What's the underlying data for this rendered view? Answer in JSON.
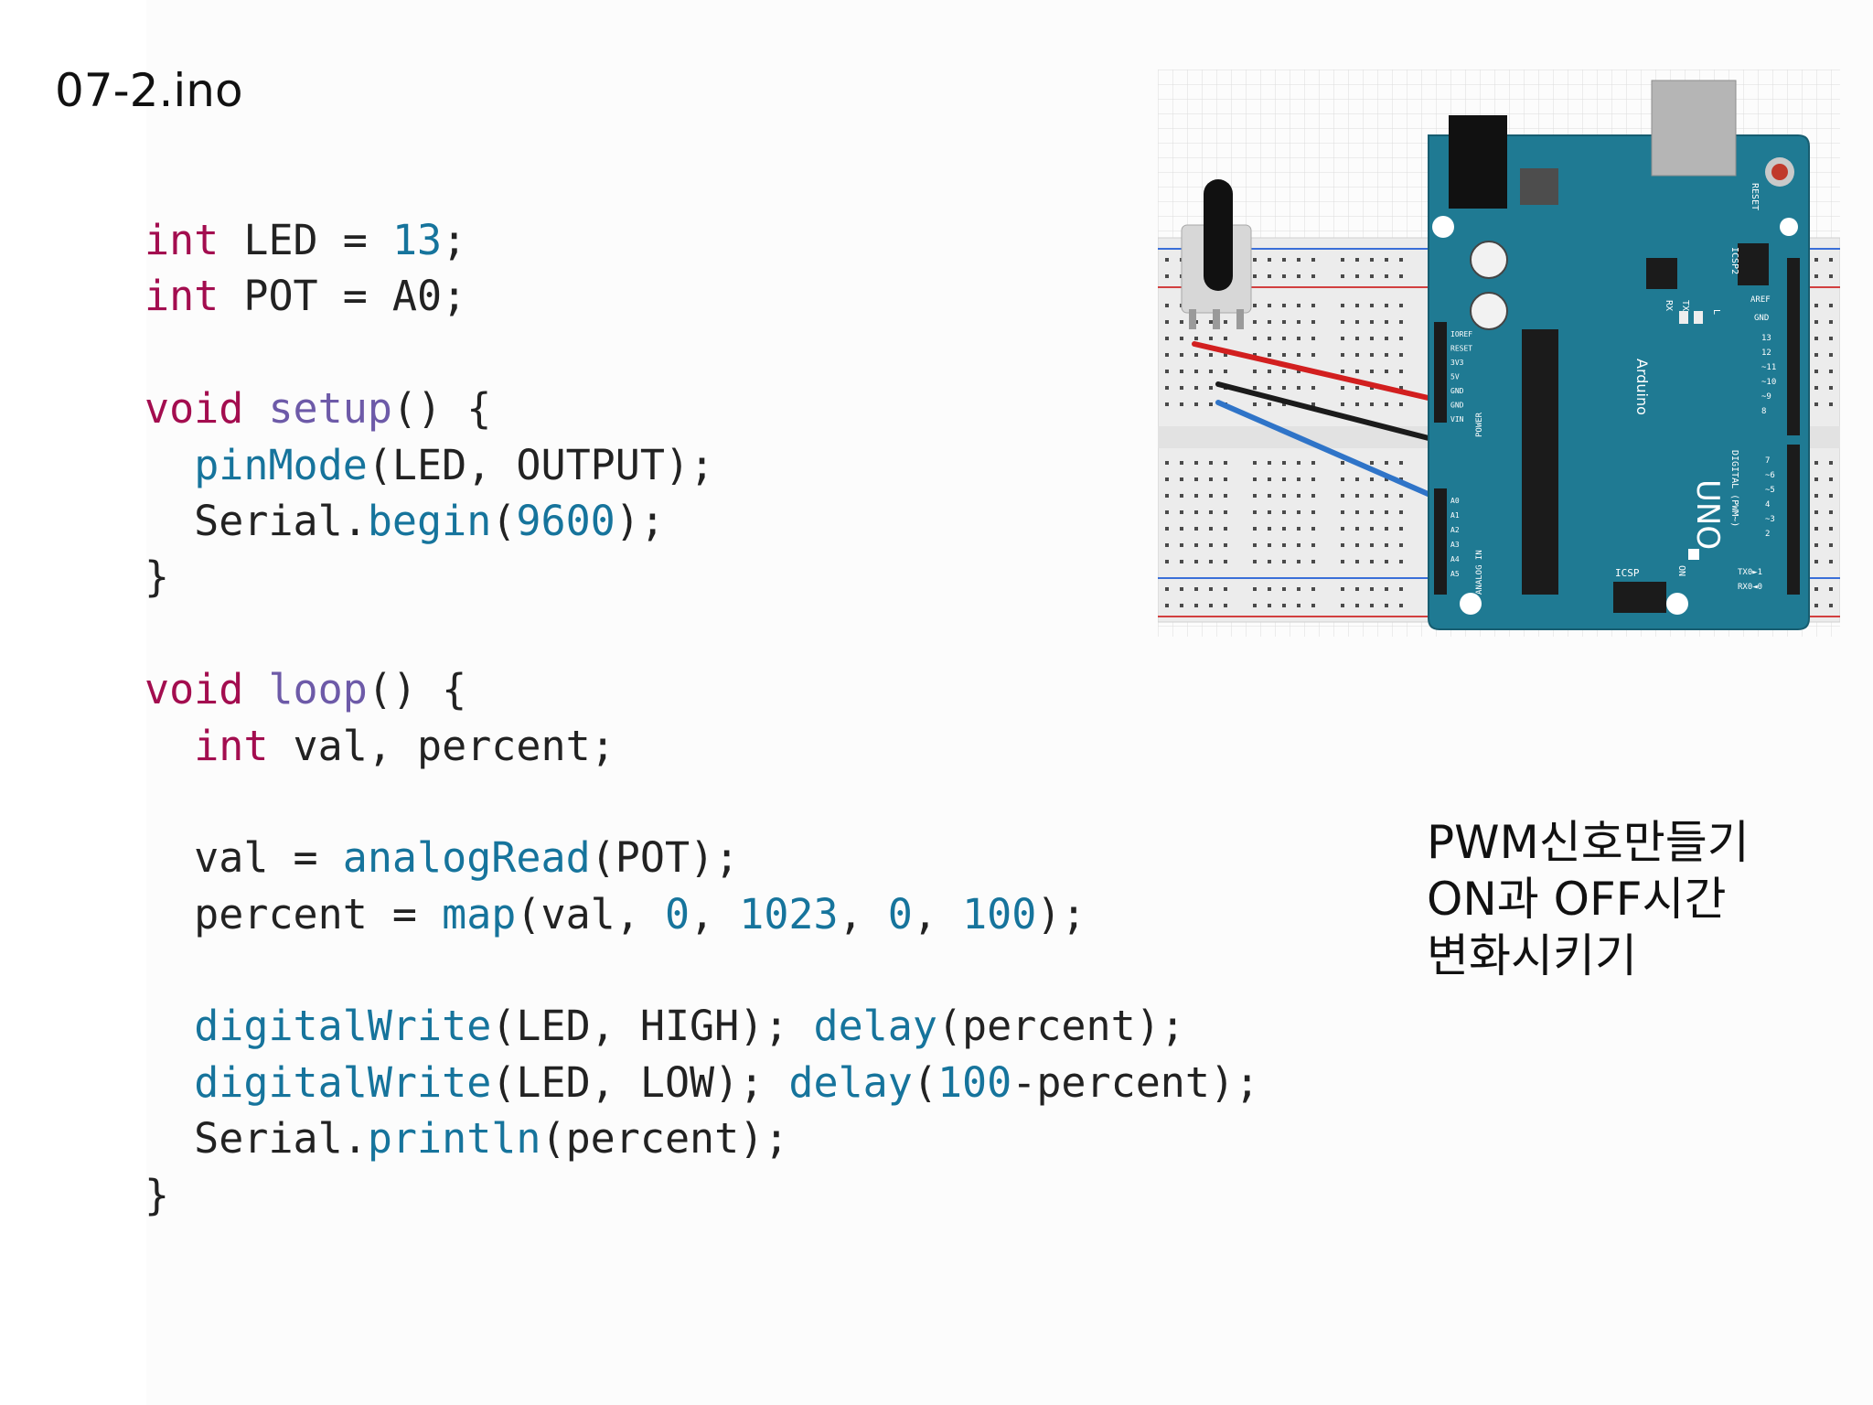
{
  "slide": {
    "title": "07-2.ino"
  },
  "code": {
    "lines": [
      [
        {
          "t": "int",
          "c": "keyword"
        },
        {
          "t": " LED = ",
          "c": "plain"
        },
        {
          "t": "13",
          "c": "number"
        },
        {
          "t": ";",
          "c": "plain"
        }
      ],
      [
        {
          "t": "int",
          "c": "keyword"
        },
        {
          "t": " POT = A0;",
          "c": "plain"
        }
      ],
      [],
      [
        {
          "t": "void",
          "c": "keyword"
        },
        {
          "t": " ",
          "c": "plain"
        },
        {
          "t": "setup",
          "c": "function"
        },
        {
          "t": "() {",
          "c": "plain"
        }
      ],
      [
        {
          "t": "  ",
          "c": "plain"
        },
        {
          "t": "pinMode",
          "c": "builtin"
        },
        {
          "t": "(LED, OUTPUT);",
          "c": "plain"
        }
      ],
      [
        {
          "t": "  Serial.",
          "c": "plain"
        },
        {
          "t": "begin",
          "c": "builtin"
        },
        {
          "t": "(",
          "c": "plain"
        },
        {
          "t": "9600",
          "c": "number"
        },
        {
          "t": ");",
          "c": "plain"
        }
      ],
      [
        {
          "t": "}",
          "c": "plain"
        }
      ],
      [],
      [
        {
          "t": "void",
          "c": "keyword"
        },
        {
          "t": " ",
          "c": "plain"
        },
        {
          "t": "loop",
          "c": "function"
        },
        {
          "t": "() {",
          "c": "plain"
        }
      ],
      [
        {
          "t": "  ",
          "c": "plain"
        },
        {
          "t": "int",
          "c": "keyword"
        },
        {
          "t": " val, percent;",
          "c": "plain"
        }
      ],
      [],
      [
        {
          "t": "  val = ",
          "c": "plain"
        },
        {
          "t": "analogRead",
          "c": "builtin"
        },
        {
          "t": "(POT);",
          "c": "plain"
        }
      ],
      [
        {
          "t": "  percent = ",
          "c": "plain"
        },
        {
          "t": "map",
          "c": "builtin"
        },
        {
          "t": "(val, ",
          "c": "plain"
        },
        {
          "t": "0",
          "c": "number"
        },
        {
          "t": ", ",
          "c": "plain"
        },
        {
          "t": "1023",
          "c": "number"
        },
        {
          "t": ", ",
          "c": "plain"
        },
        {
          "t": "0",
          "c": "number"
        },
        {
          "t": ", ",
          "c": "plain"
        },
        {
          "t": "100",
          "c": "number"
        },
        {
          "t": ");",
          "c": "plain"
        }
      ],
      [],
      [
        {
          "t": "  ",
          "c": "plain"
        },
        {
          "t": "digitalWrite",
          "c": "builtin"
        },
        {
          "t": "(LED, HIGH); ",
          "c": "plain"
        },
        {
          "t": "delay",
          "c": "builtin"
        },
        {
          "t": "(percent);",
          "c": "plain"
        }
      ],
      [
        {
          "t": "  ",
          "c": "plain"
        },
        {
          "t": "digitalWrite",
          "c": "builtin"
        },
        {
          "t": "(LED, LOW); ",
          "c": "plain"
        },
        {
          "t": "delay",
          "c": "builtin"
        },
        {
          "t": "(",
          "c": "plain"
        },
        {
          "t": "100",
          "c": "number"
        },
        {
          "t": "-percent);",
          "c": "plain"
        }
      ],
      [
        {
          "t": "  Serial.",
          "c": "plain"
        },
        {
          "t": "println",
          "c": "builtin"
        },
        {
          "t": "(percent);",
          "c": "plain"
        }
      ],
      [
        {
          "t": "}",
          "c": "plain"
        }
      ]
    ]
  },
  "circuit": {
    "board_labels": {
      "reset": "RESET",
      "icsp2": "ICSP2",
      "icsp": "ICSP",
      "aref": "AREF",
      "gnd": "GND",
      "brand": "Arduino",
      "model": "UNO",
      "on": "ON",
      "l": "L",
      "tx": "TX",
      "rx": "RX",
      "digital": "DIGITAL (PWM~)",
      "power": "POWER",
      "analog": "ANALOG IN",
      "tx_pin": "TX0►1",
      "rx_pin": "RX0◄0"
    },
    "power_pins": [
      "IOREF",
      "RESET",
      "3V3",
      "5V",
      "GND",
      "GND",
      "VIN"
    ],
    "analog_pins": [
      "A0",
      "A1",
      "A2",
      "A3",
      "A4",
      "A5"
    ],
    "digital_pins_top": [
      "13",
      "12",
      "~11",
      "~10",
      "~9",
      "8"
    ],
    "digital_pins_bottom": [
      "7",
      "~6",
      "~5",
      "4",
      "~3",
      "2"
    ],
    "colors": {
      "board": "#1f7a93",
      "wire_red": "#d21f1f",
      "wire_black": "#1b1b1b",
      "wire_blue": "#2f74c8",
      "breadboard": "#ececec"
    }
  },
  "note": {
    "lines": [
      "PWM신호만들기",
      "ON과 OFF시간",
      "변화시키기"
    ]
  }
}
